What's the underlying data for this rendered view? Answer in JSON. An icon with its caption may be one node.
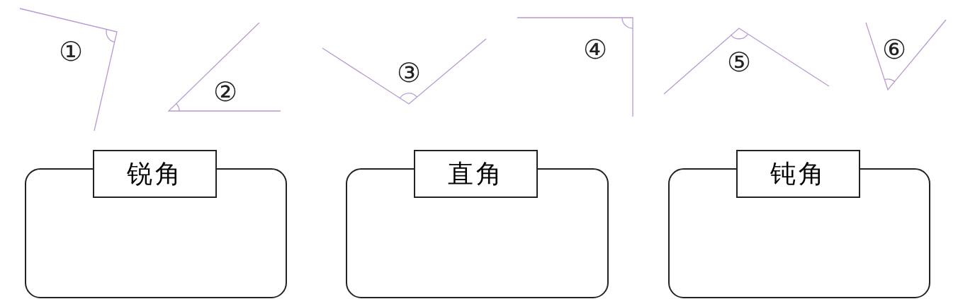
{
  "diagram": {
    "nodes": [
      {
        "text": [
          "锐角"
        ]
      },
      {
        "text": [
          "直角"
        ]
      },
      {
        "text": [
          "钝角"
        ]
      }
    ],
    "labels": [
      "①",
      "②",
      "③",
      "④",
      "⑤",
      "⑥"
    ]
  }
}
